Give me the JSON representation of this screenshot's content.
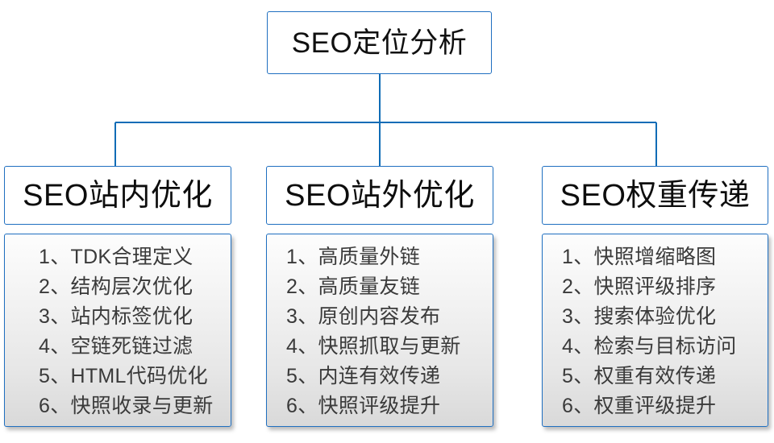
{
  "diagram": {
    "root": {
      "label": "SEO定位分析"
    },
    "columns": [
      {
        "header": "SEO站内优化",
        "items": [
          "1、TDK合理定义",
          "2、结构层次优化",
          "3、站内标签优化",
          "4、空链死链过滤",
          "5、HTML代码优化",
          "6、快照收录与更新"
        ]
      },
      {
        "header": "SEO站外优化",
        "items": [
          "1、高质量外链",
          "2、高质量友链",
          "3、原创内容发布",
          "4、快照抓取与更新",
          "5、内连有效传递",
          "6、快照评级提升"
        ]
      },
      {
        "header": "SEO权重传递",
        "items": [
          "1、快照增缩略图",
          "2、快照评级排序",
          "3、搜索体验优化",
          "4、检索与目标访问",
          "5、权重有效传递",
          "6、权重评级提升"
        ]
      }
    ],
    "colors": {
      "border": "#1f6fc0",
      "connector": "#0f6cb6",
      "header_text": "#0d0d0d",
      "item_text": "#3a3a3a",
      "body_fill_top": "#fdfdfd",
      "body_fill_bottom": "#d9d9d9",
      "background": "#ffffff"
    }
  }
}
